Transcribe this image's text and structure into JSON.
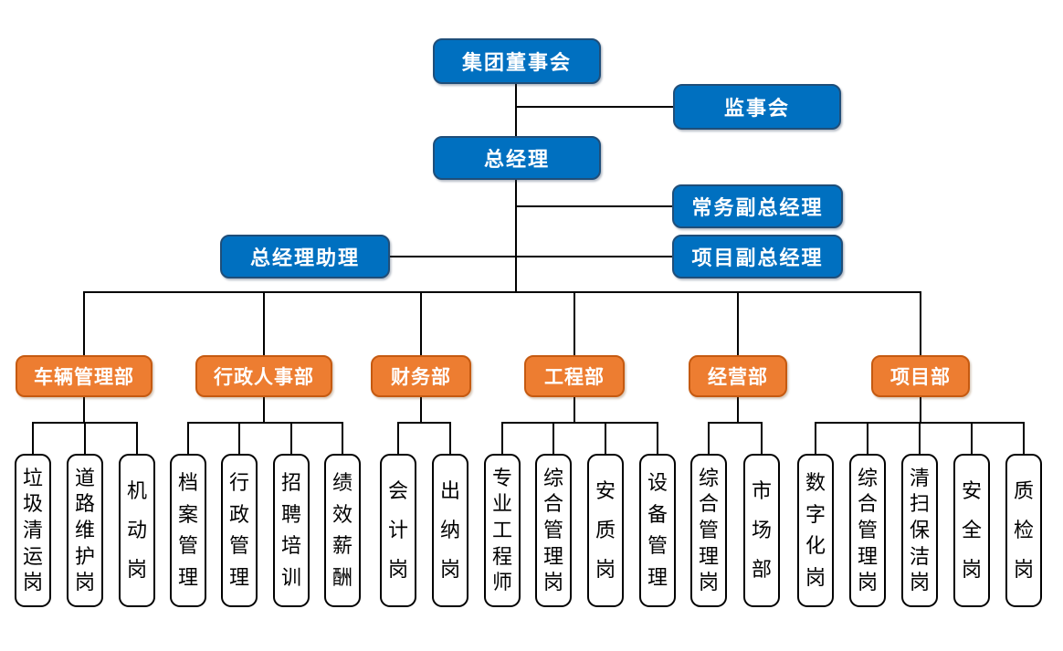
{
  "colors": {
    "blue": "#0070C0",
    "blue_border": "#1F4E79",
    "orange": "#ED7D31",
    "orange_border": "#C55A11",
    "line": "#000000",
    "position_fill": "#FFFFFF",
    "position_border": "#000000"
  },
  "org": {
    "board": {
      "label": "集团董事会"
    },
    "supervisory": {
      "label": "监事会"
    },
    "general_manager": {
      "label": "总经理"
    },
    "executive_deputy_gm": {
      "label": "常务副总经理"
    },
    "gm_assistant": {
      "label": "总经理助理"
    },
    "project_deputy_gm": {
      "label": "项目副总经理"
    },
    "departments": [
      {
        "label": "车辆管理部",
        "positions": [
          "垃圾清运岗",
          "道路维护岗",
          "机动岗"
        ]
      },
      {
        "label": "行政人事部",
        "positions": [
          "档案管理",
          "行政管理",
          "招聘培训",
          "绩效薪酬"
        ]
      },
      {
        "label": "财务部",
        "positions": [
          "会计岗",
          "出纳岗"
        ]
      },
      {
        "label": "工程部",
        "positions": [
          "专业工程师",
          "综合管理岗",
          "安质岗",
          "设备管理"
        ]
      },
      {
        "label": "经营部",
        "positions": [
          "综合管理岗",
          "市场部"
        ]
      },
      {
        "label": "项目部",
        "positions": [
          "数字化岗",
          "综合管理岗",
          "清扫保洁岗",
          "安全岗",
          "质检岗"
        ]
      }
    ]
  }
}
